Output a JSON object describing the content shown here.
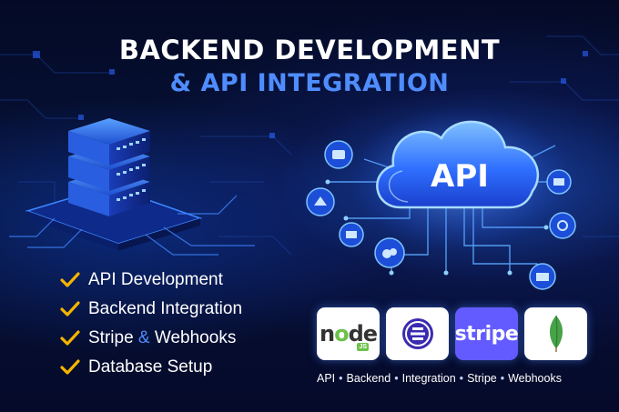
{
  "heading": {
    "line1": "BACKEND DEVELOPMENT",
    "line2": "& API INTEGRATION"
  },
  "cloud": {
    "label": "API"
  },
  "features": [
    {
      "label": "API Development",
      "icon": "check-icon"
    },
    {
      "label_before": "Stripe",
      "amp": "&",
      "label_after": "Webhooks",
      "icon": "check-icon"
    },
    {
      "label": "Backend Integration",
      "icon": "check-icon"
    },
    {
      "label": "Database Setup",
      "icon": "check-icon"
    }
  ],
  "feature_order": [
    "API Development",
    "Backend Integration",
    "Stripe & Webhooks",
    "Database Setup"
  ],
  "logos": {
    "node": {
      "text_n": "n",
      "text_o": "o",
      "text_de": "de",
      "badge": "JS"
    },
    "ethereum_classic": {
      "icon": "crypto-coin-icon"
    },
    "stripe": {
      "text": "stripe"
    },
    "mongodb": {
      "icon": "mongodb-leaf-icon"
    }
  },
  "tags": [
    "API",
    "Backend",
    "Integration",
    "Stripe",
    "Webhooks"
  ],
  "tag_separator": "•",
  "colors": {
    "accent_blue": "#4f8dff",
    "check_yellow": "#f5b400",
    "node_green": "#6cc24a",
    "stripe_purple": "#635bff",
    "background": "#050a2a"
  }
}
